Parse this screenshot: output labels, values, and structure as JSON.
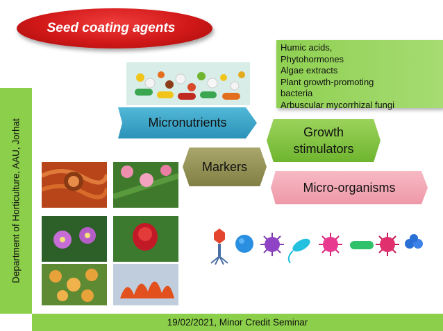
{
  "title": "Seed coating agents",
  "side_label": "Department of Horticulture, AAU, Jorhat",
  "footer": "19/02/2021, Minor Credit Seminar",
  "info_box": {
    "lines": [
      "Humic acids,",
      "Phytohormones",
      "Algae extracts",
      "Plant growth-promoting",
      "bacteria",
      "Arbuscular mycorrhizal fungi"
    ]
  },
  "tags": {
    "micronutrients": "Micronutrients",
    "growth_line1": "Growth",
    "growth_line2": "stimulators",
    "markers": "Markers",
    "microorganisms": "Micro-organisms"
  },
  "colors": {
    "green_bar": "#8ccf4a",
    "title_red": "#d11818",
    "micronutrients_blue": "#2b93b8",
    "growth_green": "#6fb52f",
    "markers_olive": "#827f44",
    "microorganisms_pink": "#ee98a8"
  }
}
